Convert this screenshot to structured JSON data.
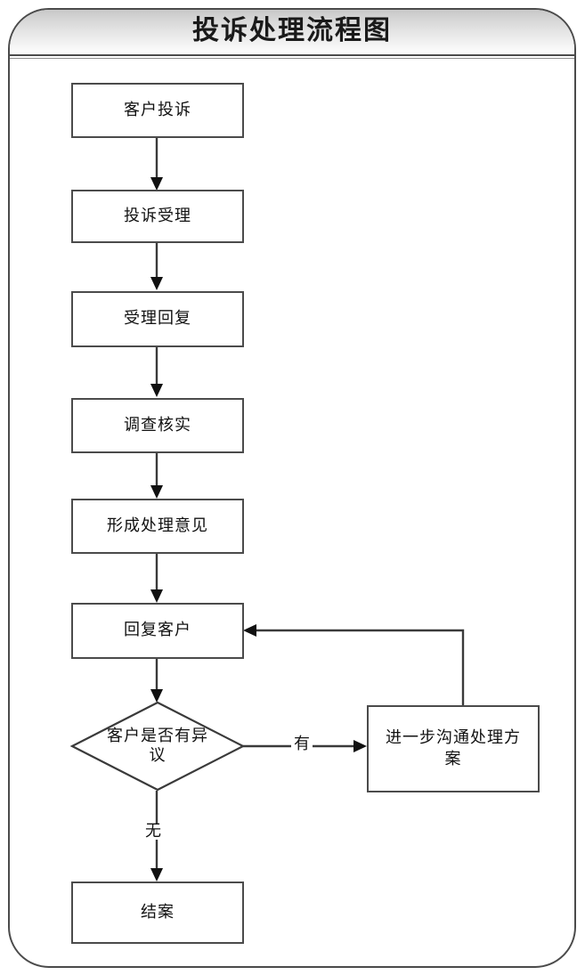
{
  "diagram": {
    "title": "投诉处理流程图",
    "type": "flowchart",
    "nodes": [
      {
        "id": "n1",
        "label": "客户投诉",
        "shape": "process"
      },
      {
        "id": "n2",
        "label": "投诉受理",
        "shape": "process"
      },
      {
        "id": "n3",
        "label": "受理回复",
        "shape": "process"
      },
      {
        "id": "n4",
        "label": "调查核实",
        "shape": "process"
      },
      {
        "id": "n5",
        "label": "形成处理意见",
        "shape": "process"
      },
      {
        "id": "n6",
        "label": "回复客户",
        "shape": "process"
      },
      {
        "id": "d1",
        "label": "客户是否有异议",
        "shape": "decision"
      },
      {
        "id": "n7",
        "label": "进一步沟通处理方案",
        "shape": "process"
      },
      {
        "id": "n8",
        "label": "结案",
        "shape": "process"
      }
    ],
    "edges": [
      {
        "from": "n1",
        "to": "n2",
        "label": ""
      },
      {
        "from": "n2",
        "to": "n3",
        "label": ""
      },
      {
        "from": "n3",
        "to": "n4",
        "label": ""
      },
      {
        "from": "n4",
        "to": "n5",
        "label": ""
      },
      {
        "from": "n5",
        "to": "n6",
        "label": ""
      },
      {
        "from": "n6",
        "to": "d1",
        "label": ""
      },
      {
        "from": "d1",
        "to": "n7",
        "label": "有"
      },
      {
        "from": "d1",
        "to": "n8",
        "label": "无"
      },
      {
        "from": "n7",
        "to": "n6",
        "label": ""
      }
    ],
    "edge_labels": {
      "yes": "有",
      "no": "无"
    },
    "colors": {
      "border": "#4b4b4b",
      "line": "#3a3a3a",
      "text": "#111111",
      "titlebar_top": "#c8c8c8",
      "titlebar_bottom": "#fdfdfd",
      "background": "#ffffff"
    }
  }
}
